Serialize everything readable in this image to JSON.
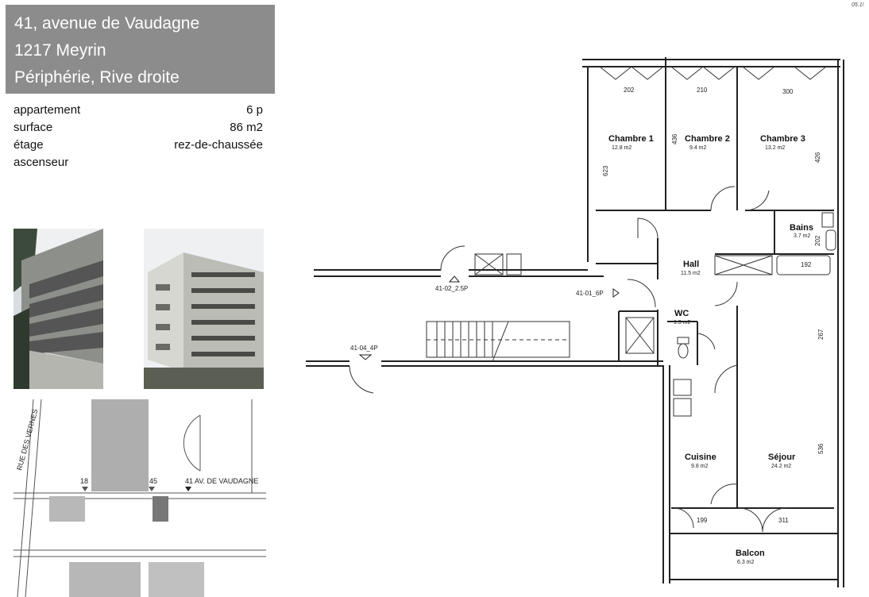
{
  "header": {
    "line1": "41, avenue de Vaudagne",
    "line2": "1217 Meyrin",
    "line3": "Périphérie, Rive droite"
  },
  "details": [
    {
      "label": "appartement",
      "value": "6 p"
    },
    {
      "label": "surface",
      "value": "86 m2"
    },
    {
      "label": "étage",
      "value": "rez-de-chaussée"
    },
    {
      "label": "ascenseur",
      "value": ""
    }
  ],
  "map": {
    "street_left": "RUE DES VERNES",
    "num_18": "18",
    "num_45": "45",
    "address": "41 AV. DE VAUDAGNE"
  },
  "plan": {
    "corner_id": "05.1!",
    "rooms": [
      {
        "name": "Chambre 1",
        "area": "12.8 m2"
      },
      {
        "name": "Chambre 2",
        "area": "9.4 m2"
      },
      {
        "name": "Chambre 3",
        "area": "13.2 m2"
      },
      {
        "name": "Bains",
        "area": "3.7 m2"
      },
      {
        "name": "Hall",
        "area": "11.5 m2"
      },
      {
        "name": "WC",
        "area": "1.3 m2"
      },
      {
        "name": "Cuisine",
        "area": "9.8 m2"
      },
      {
        "name": "Séjour",
        "area": "24.2 m2"
      },
      {
        "name": "Balcon",
        "area": "6.3 m2"
      }
    ],
    "dims": [
      "202",
      "210",
      "300",
      "623",
      "436",
      "426",
      "202",
      "192",
      "267",
      "536",
      "199",
      "311"
    ],
    "markers": [
      "41-02_2.5P",
      "41-01_6P",
      "41-04_4P"
    ]
  }
}
